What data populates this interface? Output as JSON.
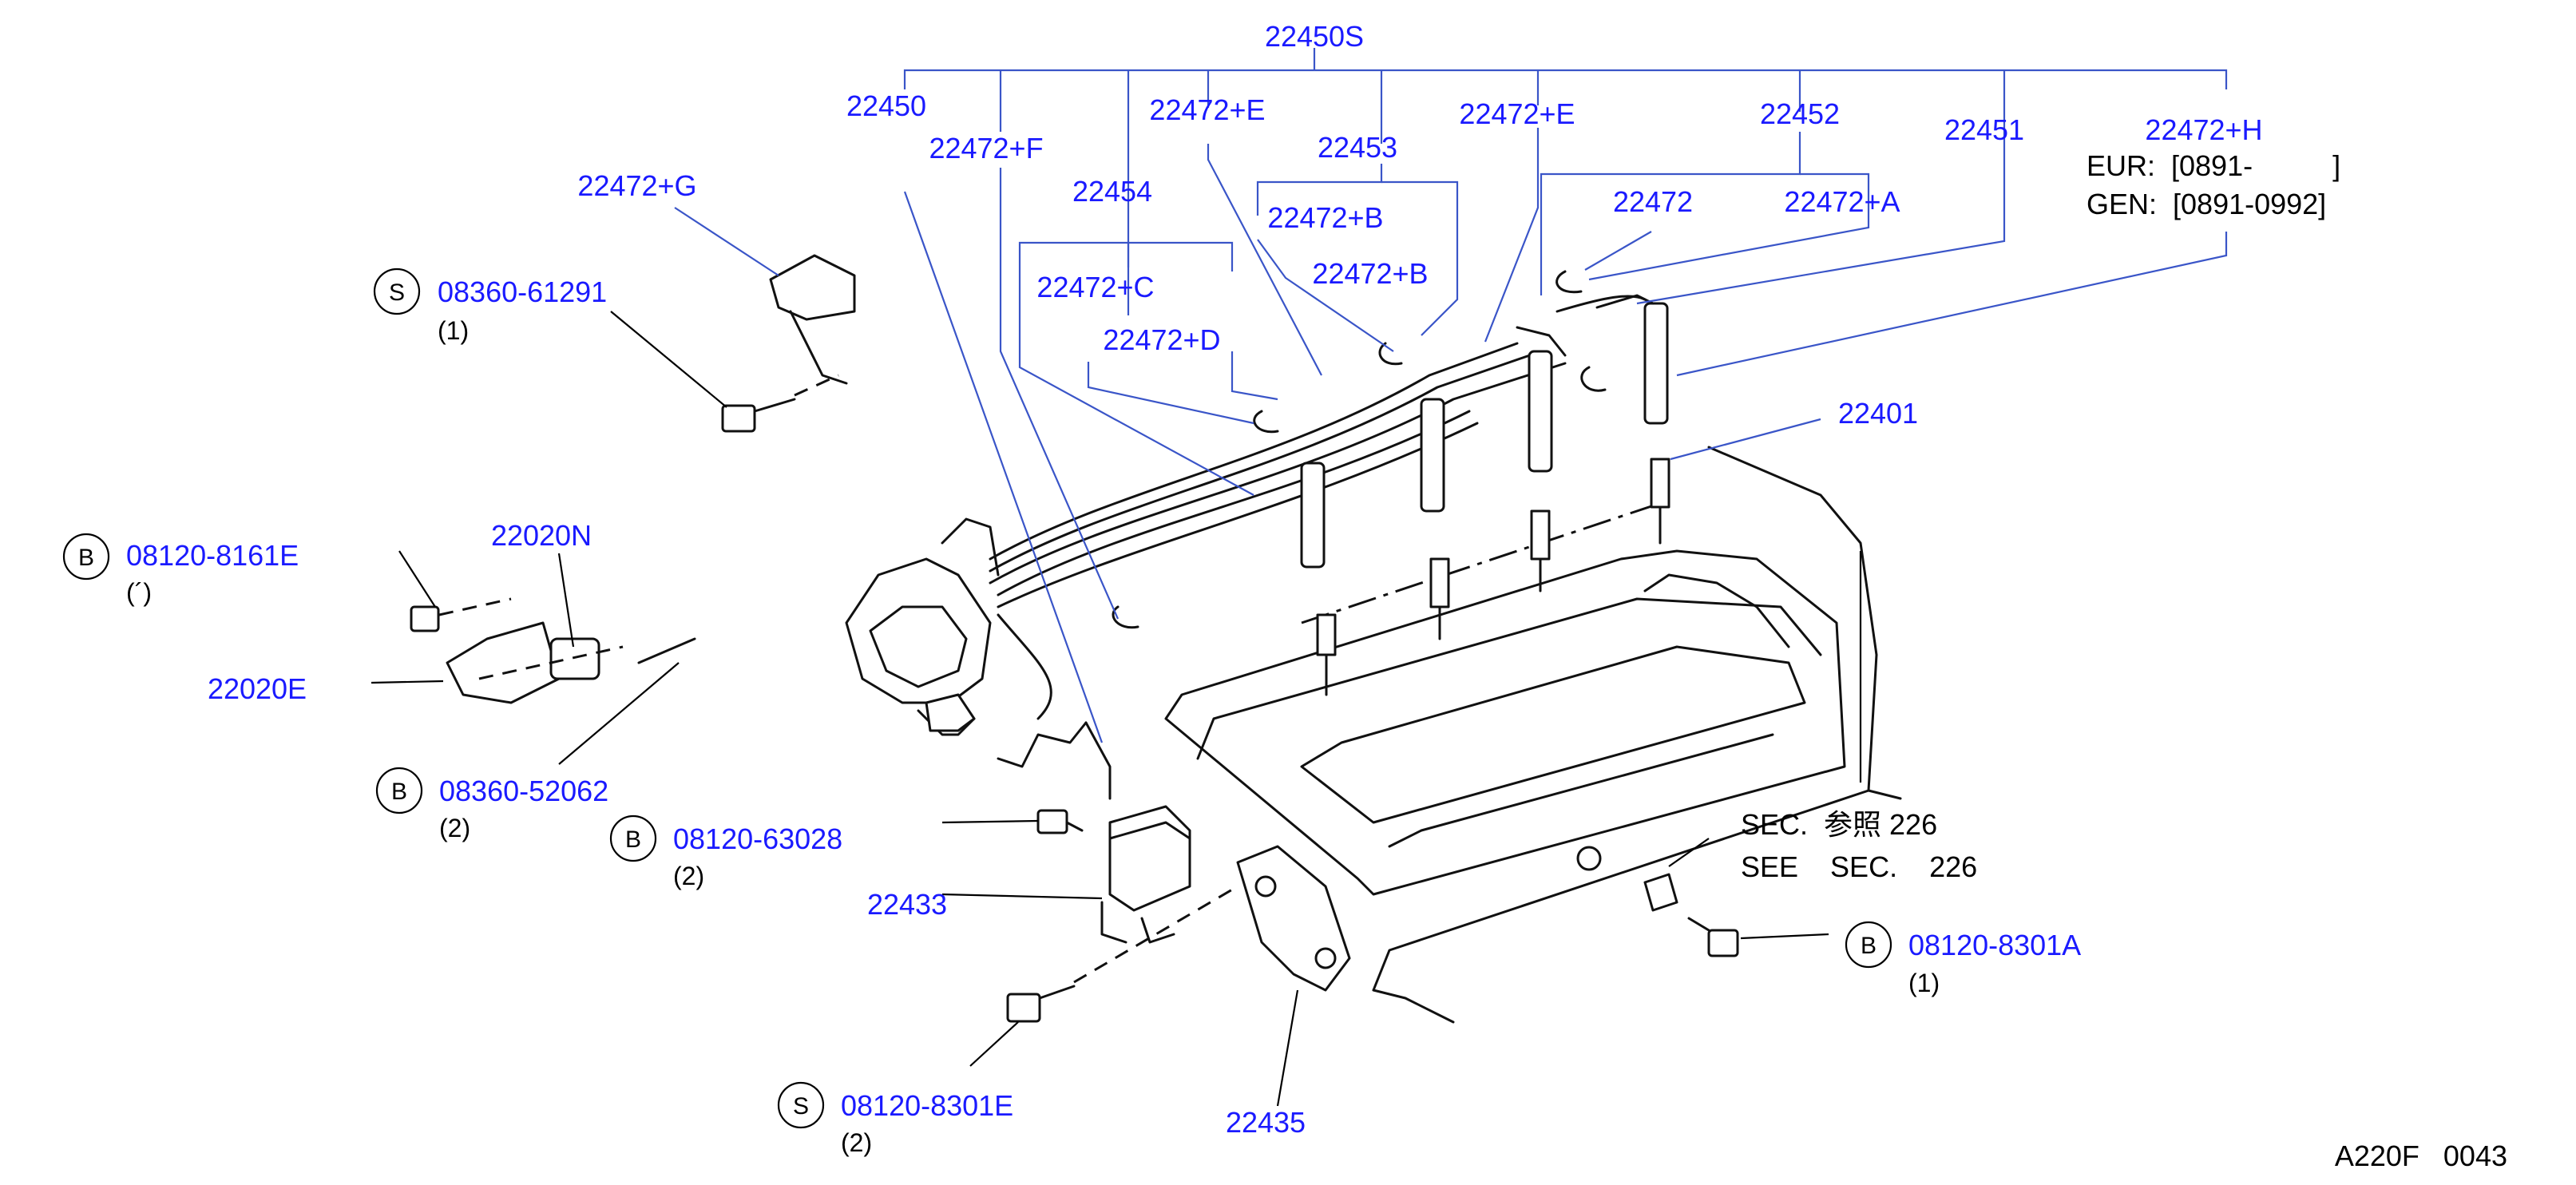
{
  "part_labels": {
    "p22450S": "22450S",
    "p22450": "22450",
    "p22472F": "22472+F",
    "p22472E_left": "22472+E",
    "p22453": "22453",
    "p22472E_right": "22472+E",
    "p22452": "22452",
    "p22451": "22451",
    "p22472H": "22472+H",
    "p22454": "22454",
    "p22472B_top": "22472+B",
    "p22472B_bottom": "22472+B",
    "p22472": "22472",
    "p22472A": "22472+A",
    "p22472C": "22472+C",
    "p22472D": "22472+D",
    "p22472G": "22472+G",
    "p22401": "22401",
    "p22020N": "22020N",
    "p22020E": "22020E",
    "p22433": "22433",
    "p22435": "22435"
  },
  "notes": {
    "eur": "EUR:  [0891-          ]",
    "gen": "GEN:  [0891-0992]",
    "sec_jp": "SEC.  参照 226",
    "sec_en": "SEE    SEC.    226"
  },
  "fasteners": [
    {
      "badge": "S",
      "part": "08360-61291",
      "qty": "(1)"
    },
    {
      "badge": "B",
      "part": "08120-8161E",
      "qty": "(´)"
    },
    {
      "badge": "B",
      "part": "08360-52062",
      "qty": "(2)"
    },
    {
      "badge": "B",
      "part": "08120-63028",
      "qty": "(2)"
    },
    {
      "badge": "S",
      "part": "08120-8301E",
      "qty": "(2)"
    },
    {
      "badge": "B",
      "part": "08120-8301A",
      "qty": "(1)"
    }
  ],
  "footer_code": "A220F   0043",
  "colors": {
    "label": "#1a1aff",
    "leader": "#3a55c8",
    "drawing": "#111111"
  }
}
